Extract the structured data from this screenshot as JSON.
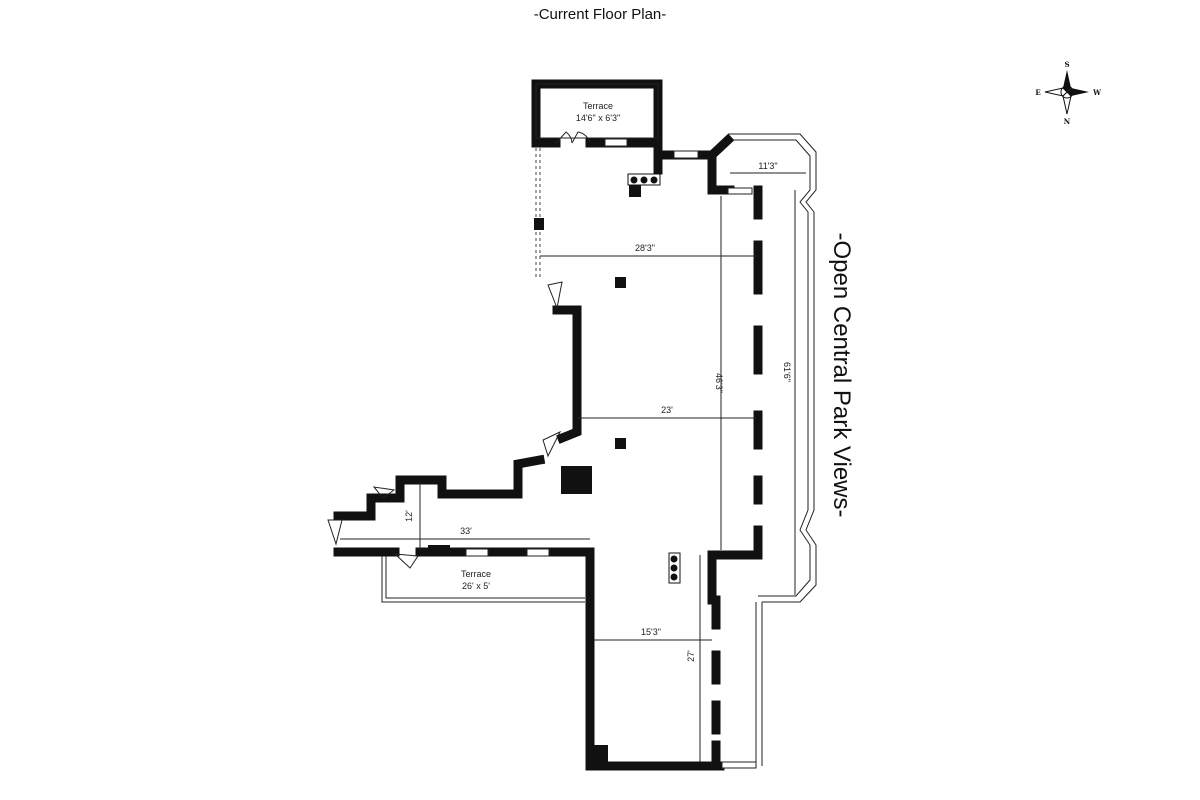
{
  "title": "-Current Floor Plan-",
  "side_label": "-Open Central Park Views-",
  "compass": {
    "top": "S",
    "bottom": "N",
    "left": "E",
    "right": "W"
  },
  "rooms": [
    {
      "name": "Terrace",
      "size": "14'6\" x 6'3\""
    },
    {
      "name": "Terrace",
      "size": "26' x 5'"
    }
  ],
  "dimensions": [
    "11'3\"",
    "28'3\"",
    "46'3\"",
    "61'6\"",
    "23'",
    "12'",
    "33'",
    "15'3\"",
    "27'"
  ]
}
